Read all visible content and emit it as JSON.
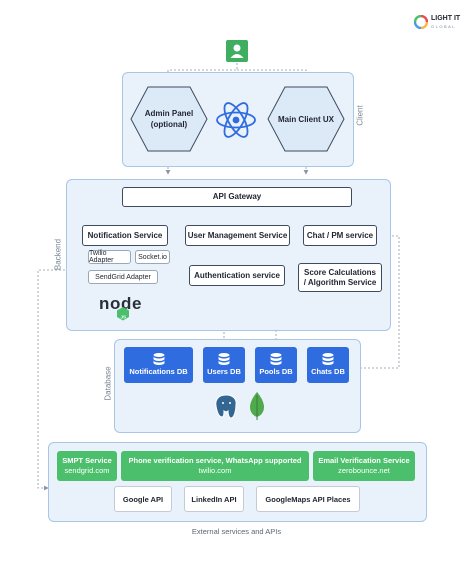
{
  "brand": {
    "name": "LIGHT IT",
    "sub": "GLOBAL",
    "colors": [
      "#e94e4e",
      "#f6b84a",
      "#4b9be0",
      "#4bbf6b"
    ]
  },
  "user_icon": {
    "icon": "user-icon",
    "color": "#3fae5f"
  },
  "client": {
    "label": "Client",
    "admin_panel": "Admin Panel (optional)",
    "main_client": "Main Client UX",
    "logo": "react-icon"
  },
  "backend": {
    "label": "Backend",
    "api_gateway": "API Gateway",
    "notification_service": "Notification Service",
    "user_management": "User Management Service",
    "chat_service": "Chat / PM service",
    "twilio": "Twilio Adapter",
    "socketio": "Socket.io",
    "sendgrid": "SendGrid Adapter",
    "auth_service": "Authentication service",
    "score_service": "Score Calculations / Algorithm Service",
    "logo": "nodejs-icon"
  },
  "database": {
    "label": "Database",
    "items": [
      "Notifications DB",
      "Users DB",
      "Pools DB",
      "Chats DB"
    ],
    "logos": [
      "postgresql-icon",
      "mongodb-icon"
    ]
  },
  "external": {
    "caption": "External services and APIs",
    "green_items": [
      {
        "title": "SMPT Service",
        "sub": "sendgrid.com"
      },
      {
        "title": "Phone verification service, WhatsApp supported",
        "sub": "twilio.com"
      },
      {
        "title": "Email Verification Service",
        "sub": "zerobounce.net"
      }
    ],
    "apis": [
      "Google API",
      "LinkedIn API",
      "GoogleMaps API Places"
    ]
  },
  "colors": {
    "panel_bg": "#e9f2fb",
    "panel_border": "#a9c6e6",
    "db_blue": "#2f6ce0",
    "green": "#4bbf6b",
    "line": "#8a96a6"
  }
}
